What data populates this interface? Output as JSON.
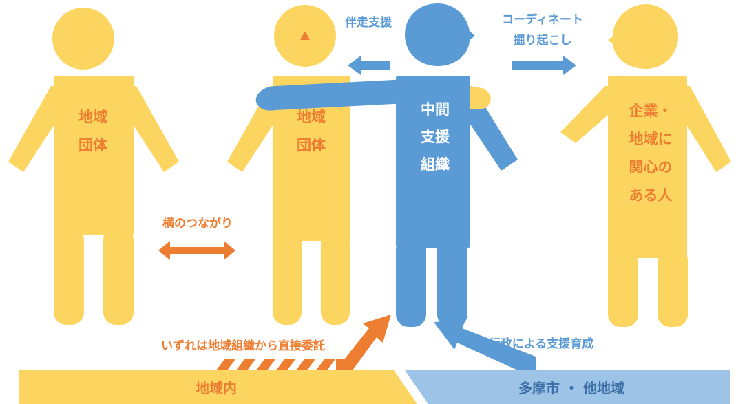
{
  "colors": {
    "yellow": "#fcd561",
    "blue": "#5b9bd5",
    "light_blue": "#9dc3e6",
    "orange": "#ed7d31",
    "white": "#ffffff"
  },
  "figures": {
    "left_group": [
      "地域",
      "団体"
    ],
    "center_group": [
      "地域",
      "団体"
    ],
    "support_org": [
      "中間",
      "支援",
      "組織"
    ],
    "people": [
      "企業・",
      "地域に",
      "関心の",
      "ある人"
    ],
    "center_group_mark": "▲"
  },
  "labels": {
    "accompany_support": "伴走支援",
    "coordinate_line1": "コーディネート",
    "coordinate_line2": "掘り起こし",
    "horizontal_link": "横のつながり",
    "direct_commission": "いずれは地域組織から直接委託",
    "admin_support": "行政による支援育成"
  },
  "regions": {
    "inside": "地域内",
    "outside": "多摩市 ・ 他地域"
  }
}
